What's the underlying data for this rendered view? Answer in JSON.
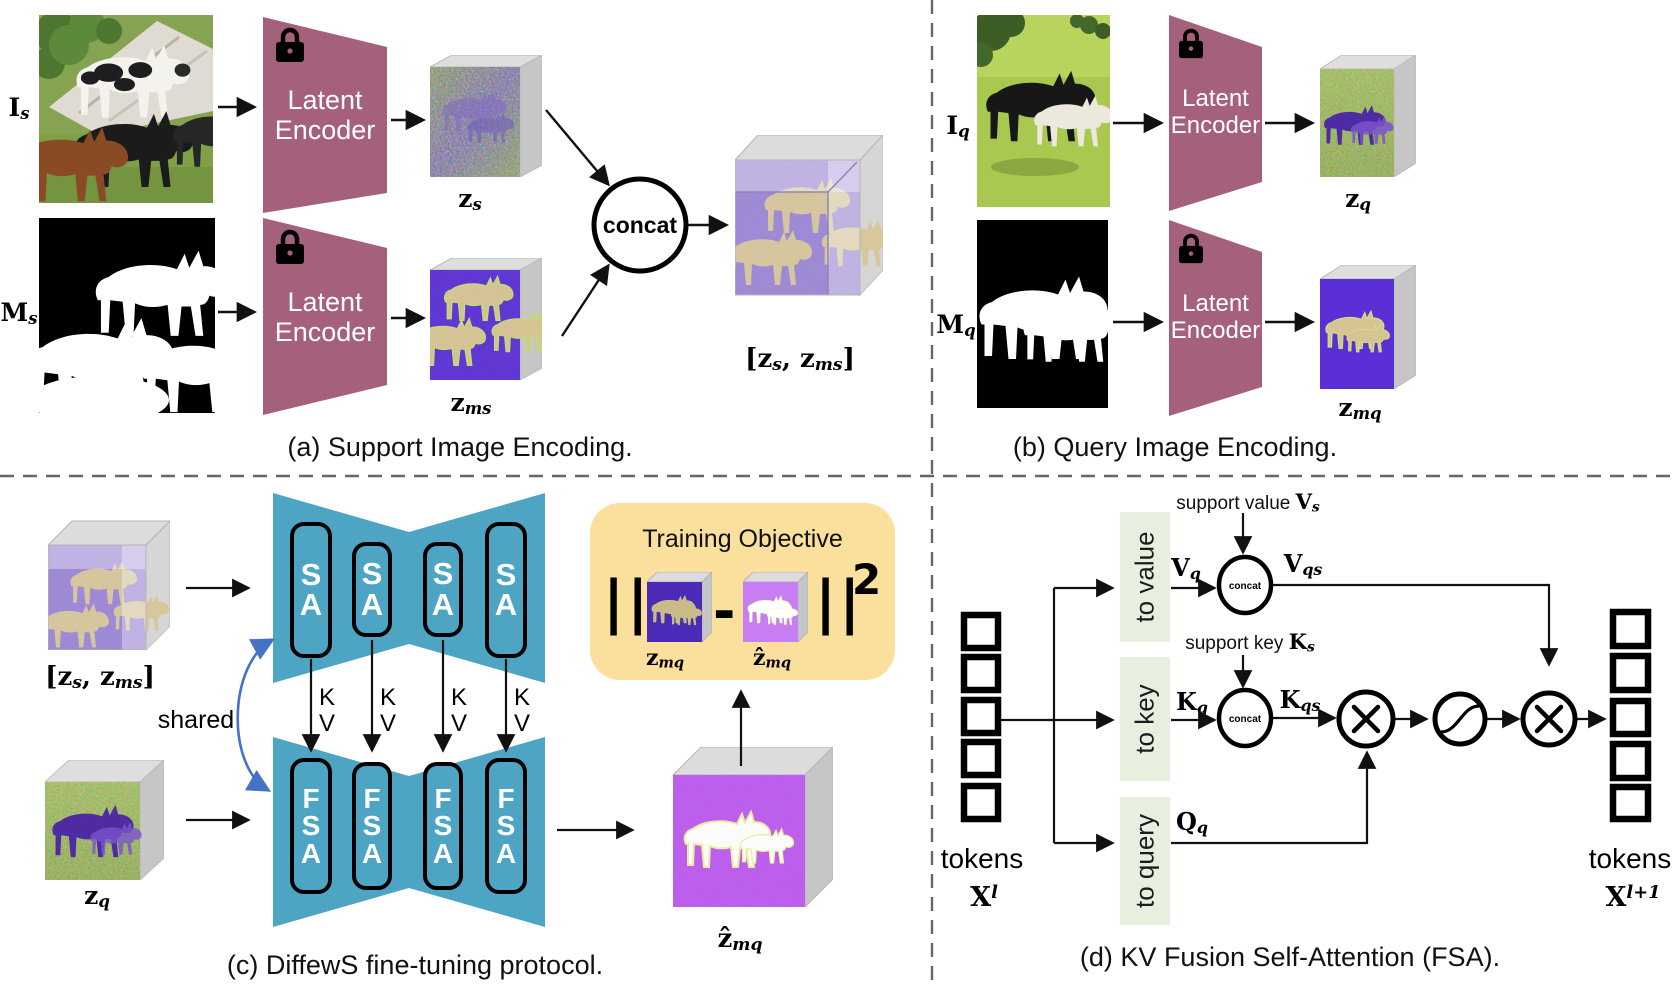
{
  "figure": {
    "type": "paper-figure",
    "topic": "DiffewS few-shot segmentation method overview"
  },
  "colors": {
    "encoder_fill": "#a5617b",
    "unet_fill": "#4da5c3",
    "objective_bg": "#fbdf9d",
    "projection_bg": "#e7f0df",
    "shared_arrow_blue": "#4472c4",
    "latent_purple": "#5b2fd6",
    "latent_tan": "#d7c493",
    "pred_purple": "#bd5af0",
    "concat_cube_purple": "#9c86d8"
  },
  "icons": {
    "lock": "padlock-closed",
    "multiply": "circled-x",
    "softmax": "circled-s-curve"
  },
  "shared": {
    "encoder_line1": "Latent",
    "encoder_line2": "Encoder",
    "concat": "concat"
  },
  "panel_a": {
    "caption": "(a) Support Image Encoding.",
    "image_label": {
      "base": "I",
      "sub": "s"
    },
    "mask_label": {
      "base": "M",
      "sub": "s"
    },
    "latent_image_label": {
      "base": "z",
      "sub": "s"
    },
    "latent_mask_label": {
      "base": "z",
      "sub": "ms"
    },
    "concat_output": {
      "open": "[",
      "z1": "z",
      "sub1": "s",
      "sep": ", ",
      "z2": "z",
      "sub2": "ms",
      "close": "]"
    }
  },
  "panel_b": {
    "caption": "(b) Query Image Encoding.",
    "image_label": {
      "base": "I",
      "sub": "q"
    },
    "mask_label": {
      "base": "M",
      "sub": "q"
    },
    "latent_image_label": {
      "base": "z",
      "sub": "q"
    },
    "latent_mask_label": {
      "base": "z",
      "sub": "mq"
    }
  },
  "panel_c": {
    "caption": "(c) DiffewS fine-tuning protocol.",
    "support_input_label": {
      "open": "[",
      "z1": "z",
      "sub1": "s",
      "sep": ", ",
      "z2": "z",
      "sub2": "ms",
      "close": "]"
    },
    "query_input_label": {
      "base": "z",
      "sub": "q"
    },
    "shared_label": "shared",
    "sa_letters": [
      "S",
      "A"
    ],
    "fsa_letters": [
      "F",
      "S",
      "A"
    ],
    "k_label": "K",
    "v_label": "V",
    "objective": {
      "title": "Training Objective",
      "norm_open": "||",
      "minus": "-",
      "norm_close": "||",
      "exponent": "2",
      "target_label": {
        "base": "z",
        "sub": "mq"
      },
      "pred_label": {
        "base": "ẑ",
        "sub": "mq"
      }
    },
    "output_label": {
      "base": "ẑ",
      "sub": "mq"
    }
  },
  "panel_d": {
    "caption": "(d) KV Fusion Self-Attention (FSA).",
    "tokens_in_label": "tokens",
    "tokens_in_symbol": {
      "base": "X",
      "sup": "l"
    },
    "tokens_out_label": "tokens",
    "tokens_out_symbol": {
      "base": "X",
      "sup": "l+1"
    },
    "to_value": "to value",
    "to_key": "to key",
    "to_query": "to query",
    "support_value": {
      "text": "support value ",
      "base": "V",
      "sub": "s"
    },
    "support_key": {
      "text": "support key ",
      "base": "K",
      "sub": "s"
    },
    "v_q": {
      "base": "V",
      "sub": "q"
    },
    "k_q": {
      "base": "K",
      "sub": "q"
    },
    "q_q": {
      "base": "Q",
      "sub": "q"
    },
    "v_qs": {
      "base": "V",
      "sub": "qs"
    },
    "k_qs": {
      "base": "K",
      "sub": "qs"
    },
    "concat": "concat"
  }
}
